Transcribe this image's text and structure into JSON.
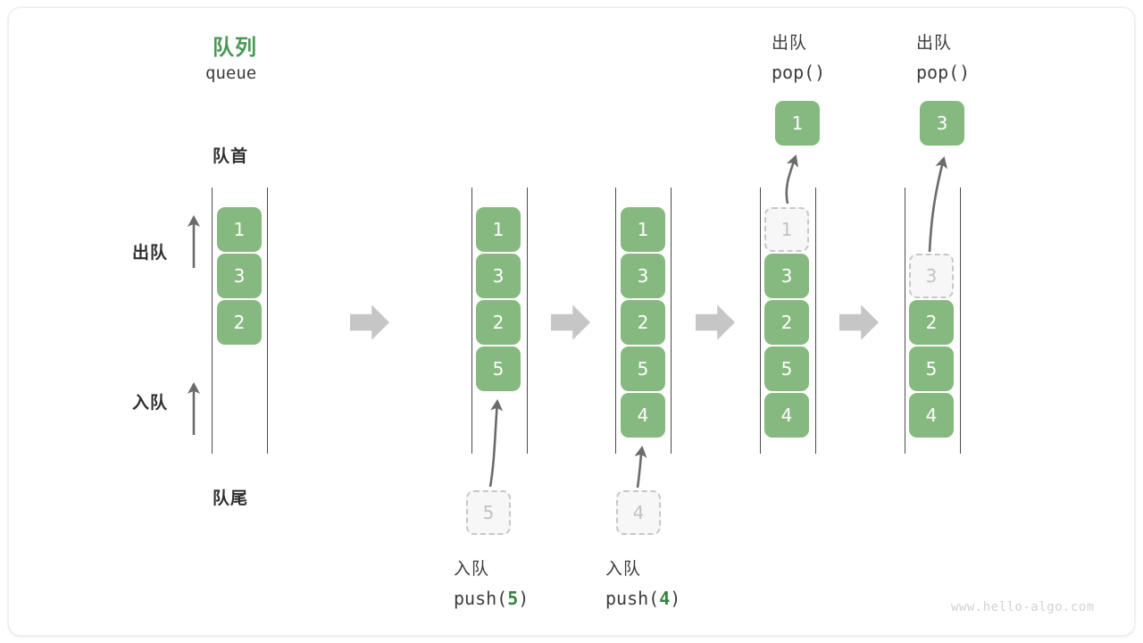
{
  "diagram": {
    "title_cn": "队列",
    "title_en": "queue",
    "front_label": "队首",
    "rear_label": "队尾",
    "dequeue_label": "出队",
    "enqueue_label": "入队",
    "watermark": "www.hello-algo.com",
    "accent_color": "#4a9956",
    "cell_color": "#86b97f",
    "ghost_color": "#c2c2c2",
    "arrow_color": "#c6c6c6"
  },
  "columns": [
    {
      "id": "initial",
      "caption_cn": "",
      "caption_code": "",
      "cells": [
        {
          "value": "1",
          "state": "filled"
        },
        {
          "value": "3",
          "state": "filled"
        },
        {
          "value": "2",
          "state": "filled"
        }
      ],
      "input_ghost": null,
      "output_cell": null
    },
    {
      "id": "push-5",
      "caption_cn": "入队",
      "caption_code": "push(5)",
      "caption_code_pre": "push(",
      "caption_code_num": "5",
      "caption_code_post": ")",
      "cells": [
        {
          "value": "1",
          "state": "filled"
        },
        {
          "value": "3",
          "state": "filled"
        },
        {
          "value": "2",
          "state": "filled"
        },
        {
          "value": "5",
          "state": "filled"
        }
      ],
      "input_ghost": {
        "value": "5"
      },
      "output_cell": null
    },
    {
      "id": "push-4",
      "caption_cn": "入队",
      "caption_code": "push(4)",
      "caption_code_pre": "push(",
      "caption_code_num": "4",
      "caption_code_post": ")",
      "cells": [
        {
          "value": "1",
          "state": "filled"
        },
        {
          "value": "3",
          "state": "filled"
        },
        {
          "value": "2",
          "state": "filled"
        },
        {
          "value": "5",
          "state": "filled"
        },
        {
          "value": "4",
          "state": "filled"
        }
      ],
      "input_ghost": {
        "value": "4"
      },
      "output_cell": null
    },
    {
      "id": "pop-1",
      "header_cn": "出队",
      "header_code": "pop()",
      "cells": [
        {
          "value": "1",
          "state": "ghost"
        },
        {
          "value": "3",
          "state": "filled"
        },
        {
          "value": "2",
          "state": "filled"
        },
        {
          "value": "5",
          "state": "filled"
        },
        {
          "value": "4",
          "state": "filled"
        }
      ],
      "input_ghost": null,
      "output_cell": {
        "value": "1"
      }
    },
    {
      "id": "pop-3",
      "header_cn": "出队",
      "header_code": "pop()",
      "cells": [
        {
          "value": "",
          "state": "empty"
        },
        {
          "value": "3",
          "state": "ghost"
        },
        {
          "value": "2",
          "state": "filled"
        },
        {
          "value": "5",
          "state": "filled"
        },
        {
          "value": "4",
          "state": "filled"
        }
      ],
      "input_ghost": null,
      "output_cell": {
        "value": "3"
      }
    }
  ]
}
